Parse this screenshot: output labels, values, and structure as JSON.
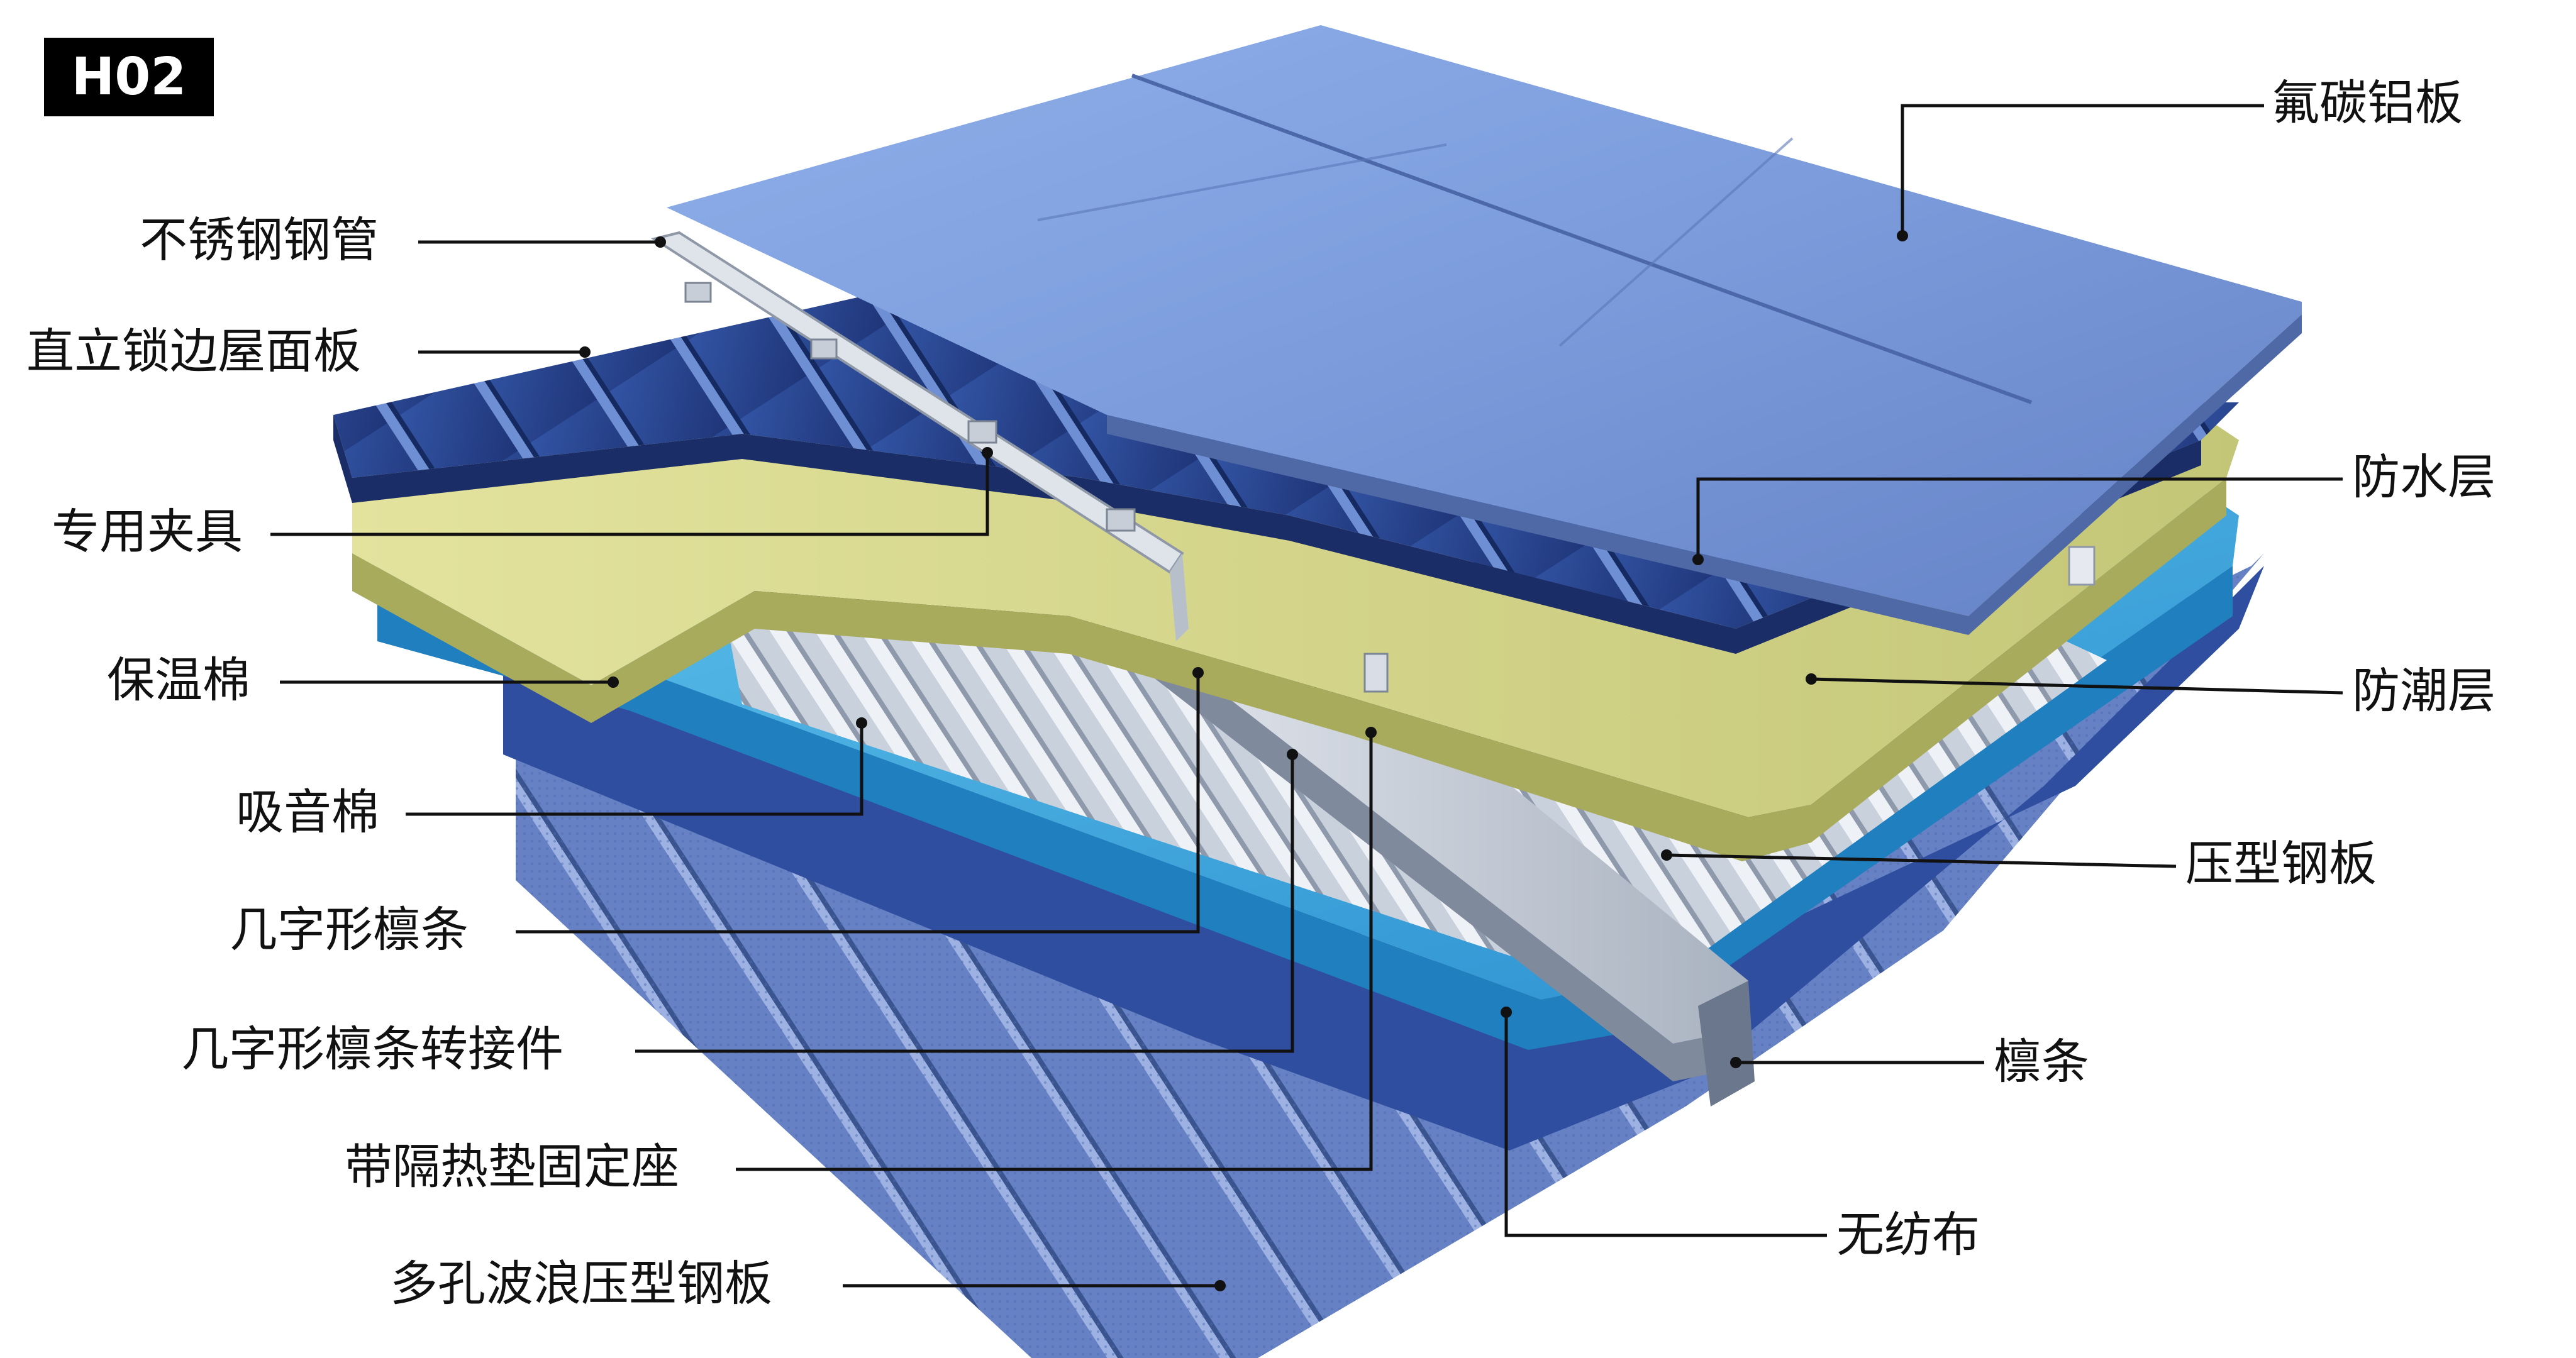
{
  "badge": {
    "text": "H02"
  },
  "labels_left": {
    "stainless_pipe": "不锈钢钢管",
    "standing_seam_panel": "直立锁边屋面板",
    "special_clamp": "专用夹具",
    "insulation_wool": "保温棉",
    "sound_absorbing_wool": "吸音棉",
    "hat_purlin": "几字形檩条",
    "hat_purlin_adapter": "几字形檩条转接件",
    "thermal_pad_base": "带隔热垫固定座",
    "perforated_deck": "多孔波浪压型钢板"
  },
  "labels_right": {
    "fluorocarbon_panel": "氟碳铝板",
    "waterproof_layer": "防水层",
    "moisture_layer": "防潮层",
    "profiled_steel": "压型钢板",
    "purlin": "檩条",
    "non_woven": "无纺布"
  },
  "colors": {
    "top_panel": "#7f9fdc",
    "standing_seam": "#29448f",
    "insulation": "#d3d48a",
    "sound_absorbing": "#3aa8dc",
    "steel": "#c5ccd6",
    "non_woven": "#3a5fb0",
    "perforated": "#5f7cc2"
  }
}
